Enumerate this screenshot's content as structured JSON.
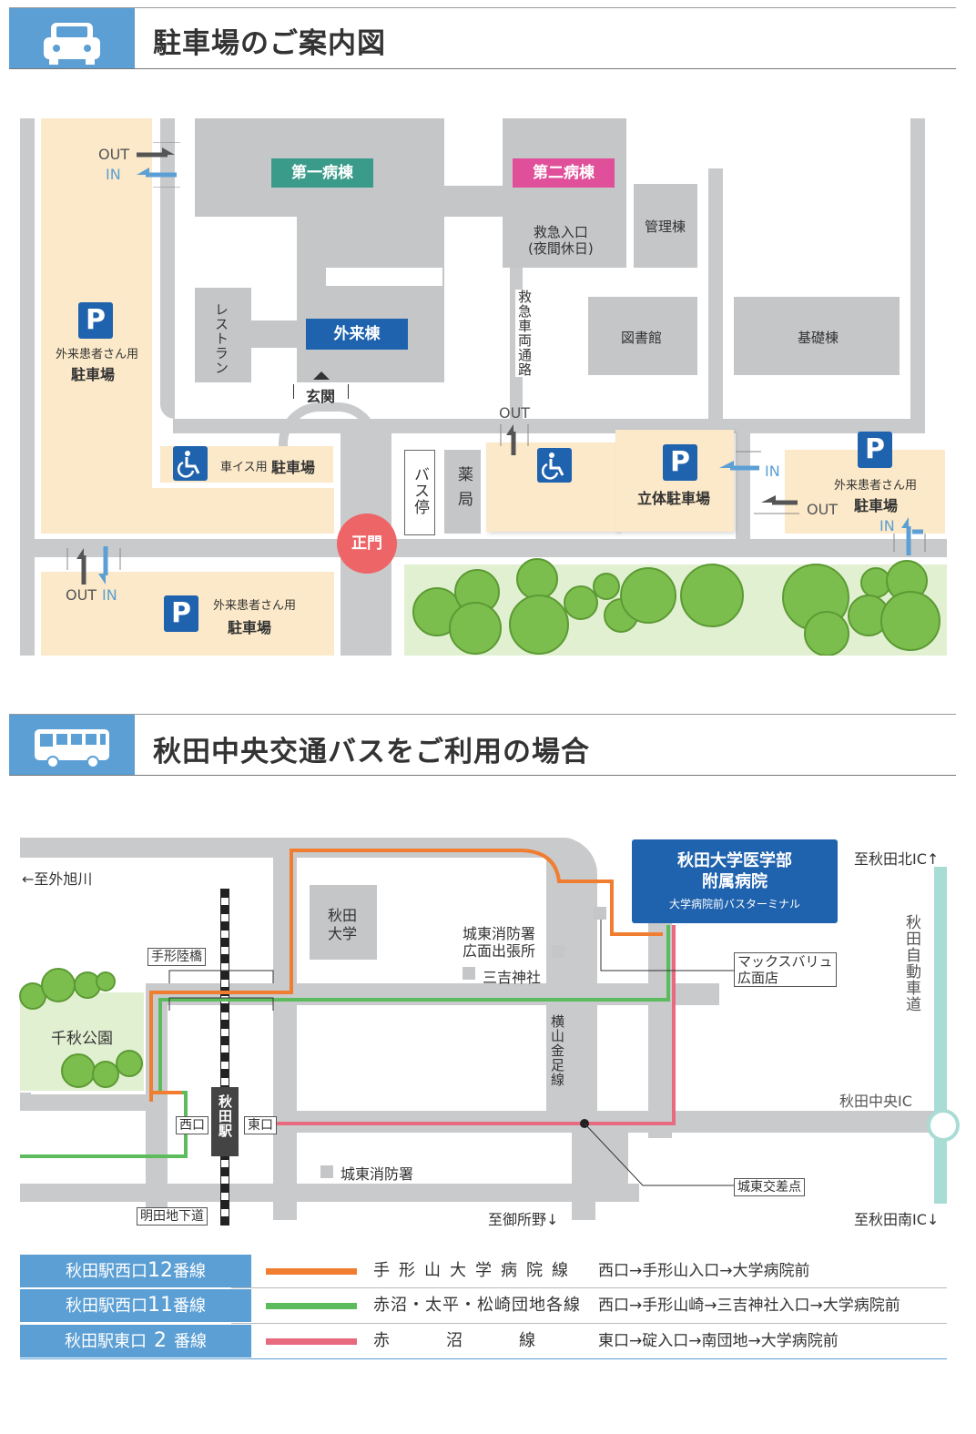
{
  "section1": {
    "title": "駐車場のご案内図",
    "icon": "car-icon"
  },
  "section2": {
    "title": "秋田中央交通バスをご利用の場合",
    "icon": "bus-icon"
  },
  "map1": {
    "building1": "第一病棟",
    "building2": "第二病棟",
    "outpatient": "外来棟",
    "emergency_entrance": "救急入口\n(夜間休日)",
    "admin": "管理棟",
    "library": "図書館",
    "basic": "基礎棟",
    "restaurant": "レストラン",
    "emergency_road": "救急車両通路",
    "entrance": "玄関",
    "main_gate": "正門",
    "bus_stop": "バス停",
    "pharmacy": "薬局",
    "wheelchair_parking": "車イス用",
    "parking": "駐車場",
    "outpatient_parking": "外来患者さん用",
    "multi_parking": "立体駐車場",
    "p": "P",
    "out": "OUT",
    "in": "IN",
    "colors": {
      "building1": "#3a9b8a",
      "building2": "#e0509a",
      "outpatient": "#1f62ad",
      "gate": "#ee6567"
    }
  },
  "map2": {
    "to_asahikawa": "←至外旭川",
    "to_kita_ic": "至秋田北IC↑",
    "to_minami_ic": "至秋田南IC↓",
    "to_goshono": "至御所野↓",
    "central_ic": "秋田中央IC",
    "expressway": "秋田自動車道",
    "hospital_name": "秋田大学医学部\n附属病院",
    "bus_terminal": "大学病院前バスターミナル",
    "university": "秋田\n大学",
    "fire_branch": "城東消防署\n広面出張所",
    "miyoshi": "三吉神社",
    "maxvalu": "マックスバリュ\n広面店",
    "yokoyama_line": "横山金足線",
    "tegata_bridge": "手形陸橋",
    "senshu_park": "千秋公園",
    "akita_station": "秋田駅",
    "west_exit": "西口",
    "east_exit": "東口",
    "joto_fire": "城東消防署",
    "joto_crossing": "城東交差点",
    "meida_underpass": "明田地下道"
  },
  "legend": [
    {
      "stop": "秋田駅西口",
      "num": "12",
      "suffix": "番線",
      "color": "#f07d30",
      "name": "手形山大学病院線",
      "route": "西口→手形山入口→大学病院前"
    },
    {
      "stop": "秋田駅西口",
      "num": "11",
      "suffix": "番線",
      "color": "#5cbb5c",
      "name": "赤沼・太平・松崎団地各線",
      "route": "西口→手形山崎→三吉神社入口→大学病院前"
    },
    {
      "stop": "秋田駅東口",
      "num": "2",
      "suffix": "番線",
      "color": "#e76a7f",
      "name": "赤　　　沼　　　線",
      "route": "東口→碇入口→南団地→大学病院前"
    }
  ]
}
